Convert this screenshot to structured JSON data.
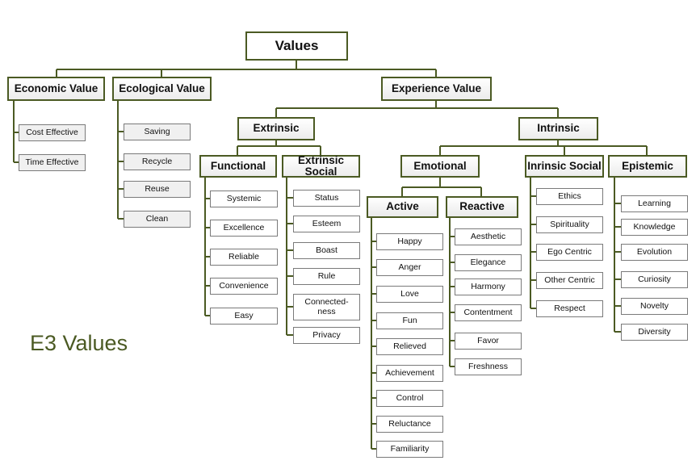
{
  "diagram": {
    "caption": "E3 Values",
    "line_color": "#4b5a23",
    "root": "Values",
    "economic": {
      "label": "Economic Value",
      "items": [
        "Cost Effective",
        "Time Effective"
      ]
    },
    "ecological": {
      "label": "Ecological Value",
      "items": [
        "Saving",
        "Recycle",
        "Reuse",
        "Clean"
      ]
    },
    "experience": {
      "label": "Experience Value"
    },
    "extrinsic": {
      "label": "Extrinsic"
    },
    "intrinsic": {
      "label": "Intrinsic"
    },
    "functional": {
      "label": "Functional",
      "items": [
        "Systemic",
        "Excellence",
        "Reliable",
        "Convenience",
        "Easy"
      ]
    },
    "extrinsic_social": {
      "label": "Extrinsic Social",
      "items": [
        "Status",
        "Esteem",
        "Boast",
        "Rule",
        "Connected-ness",
        "Privacy"
      ]
    },
    "emotional": {
      "label": "Emotional"
    },
    "active": {
      "label": "Active",
      "items": [
        "Happy",
        "Anger",
        "Love",
        "Fun",
        "Relieved",
        "Achievement",
        "Control",
        "Reluctance",
        "Familiarity"
      ]
    },
    "reactive": {
      "label": "Reactive",
      "items": [
        "Aesthetic",
        "Elegance",
        "Harmony",
        "Contentment",
        "Favor",
        "Freshness"
      ]
    },
    "intrinsic_social": {
      "label": "Inrinsic Social",
      "items": [
        "Ethics",
        "Spirituality",
        "Ego Centric",
        "Other Centric",
        "Respect"
      ]
    },
    "epistemic": {
      "label": "Epistemic",
      "items": [
        "Learning",
        "Knowledge",
        "Evolution",
        "Curiosity",
        "Novelty",
        "Diversity"
      ]
    }
  }
}
